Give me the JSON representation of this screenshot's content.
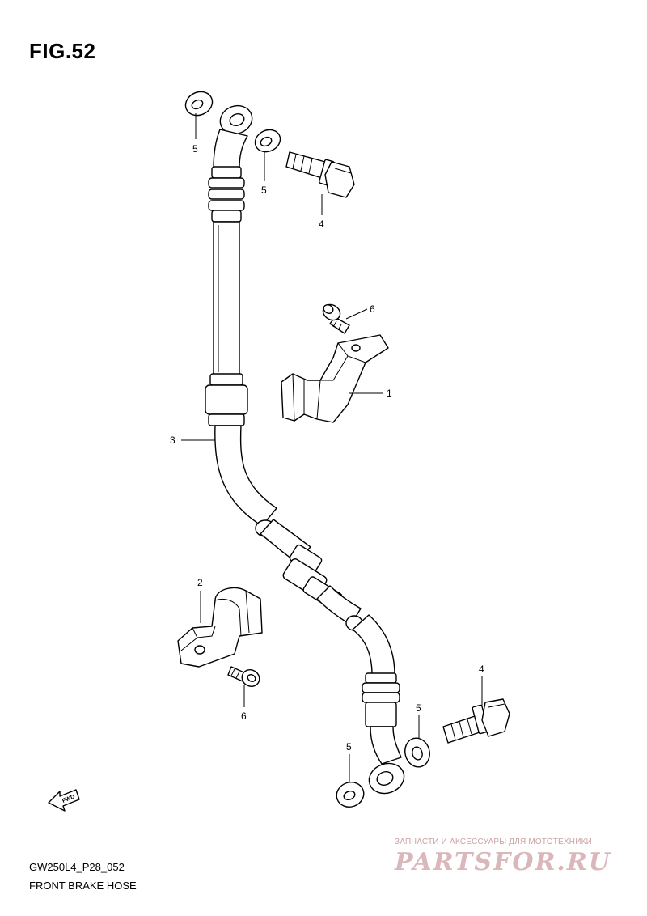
{
  "figure": {
    "title": "FIG.52",
    "model_code": "GW250L4_P28_052",
    "section_name": "FRONT BRAKE HOSE"
  },
  "callouts": {
    "c1": "1",
    "c2": "2",
    "c3": "3",
    "c4_top": "4",
    "c4_bottom": "4",
    "c5_top_left": "5",
    "c5_top_right": "5",
    "c5_bottom_left": "5",
    "c5_bottom_right": "5",
    "c6_top": "6",
    "c6_bottom": "6"
  },
  "direction_marker": "FWD",
  "watermark": {
    "caption": "ЗАПЧАСТИ И АКСЕССУАРЫ ДЛЯ МОТОТЕХНИКИ",
    "logo": "PARTSFOR.RU"
  }
}
